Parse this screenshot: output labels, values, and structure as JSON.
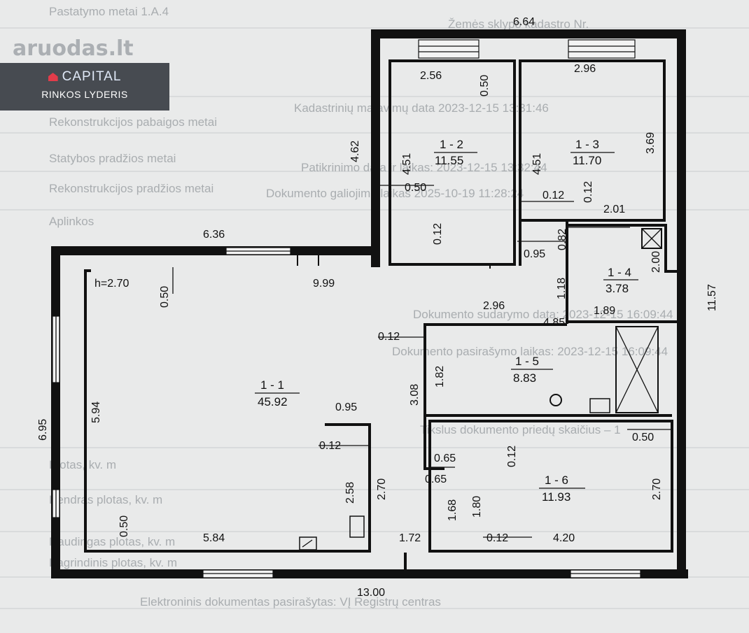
{
  "watermark": {
    "site": "aruodas.lt"
  },
  "brand": {
    "name": "CAPITAL",
    "tagline": "RINKOS LYDERIS"
  },
  "background_rows": [
    "Pastatymo metai    1.A.4",
    "Rekonstrukcijos pabaigos metai",
    "Statybos pradžios metai",
    "Rekonstrukcijos pradžios metai",
    "Aplinkos",
    "Plotas, kv. m",
    "Kadastrinių matavimų data  2023-12-15 13:31:46",
    "Patikrinimo data ir laikas: 2023-12-15 13:32:44",
    "Dokumento galiojimo laikas 2025-10-19 11:28:24",
    "Bendras plotas, kv. m",
    "Naudingas plotas, kv. m",
    "Pagrindinis plotas, kv. m",
    "Žemės sklypo kadastro Nr.",
    "Elektroninis dokumentas pasirašytas: VĮ Registrų centras",
    "Dokumento sudarymo data: 2023-12-15 16:09:44",
    "Tikslus dokumento priedų skaičius – 1",
    "Dokumento pasirašymo laikas: 2023-12-15 16:09:44"
  ],
  "rooms": [
    {
      "id": "1 - 1",
      "area": "45.92"
    },
    {
      "id": "1 - 2",
      "area": "11.55"
    },
    {
      "id": "1 - 3",
      "area": "11.70"
    },
    {
      "id": "1 - 4",
      "area": "3.78"
    },
    {
      "id": "1 - 5",
      "area": "8.83"
    },
    {
      "id": "1 - 6",
      "area": "11.93"
    }
  ],
  "height_note": "h=2.70",
  "dims": {
    "top_6_64": "6.64",
    "w_2_56": "2.56",
    "w_0_50a": "0.50",
    "w_2_96a": "2.96",
    "h_4_62": "4.62",
    "h_4_51a": "4.51",
    "h_4_51b": "4.51",
    "h_3_69": "3.69",
    "w_0_50b": "0.50",
    "w_0_12a": "0.12",
    "h_0_12a": "0.12",
    "w_2_01": "2.01",
    "h_0_12b": "0.12",
    "h_0_82": "0.82",
    "w_6_36": "6.36",
    "w_0_95a": "0.95",
    "h_0_50c": "0.50",
    "h_2_00": "2.00",
    "h_1_18": "1.18",
    "w_1_89": "1.89",
    "w_9_99": "9.99",
    "w_2_96b": "2.96",
    "h_11_57": "11.57",
    "w_4_85": "4.85",
    "w_0_12b": "0.12",
    "h_1_82": "1.82",
    "h_6_95": "6.95",
    "h_5_94": "5.94",
    "h_3_08": "3.08",
    "w_0_95b": "0.95",
    "h_0_12c": "0.12",
    "w_0_50d": "0.50",
    "w_0_12c": "0.12",
    "w_0_65a": "0.65",
    "w_0_65b": "0.65",
    "h_2_58": "2.58",
    "h_2_70a": "2.70",
    "h_2_70b": "2.70",
    "h_1_68": "1.68",
    "h_1_80": "1.80",
    "h_0_50e": "0.50",
    "w_5_84": "5.84",
    "w_1_72": "1.72",
    "w_0_12d": "0.12",
    "w_4_20": "4.20",
    "bottom_13_00": "13.00"
  }
}
